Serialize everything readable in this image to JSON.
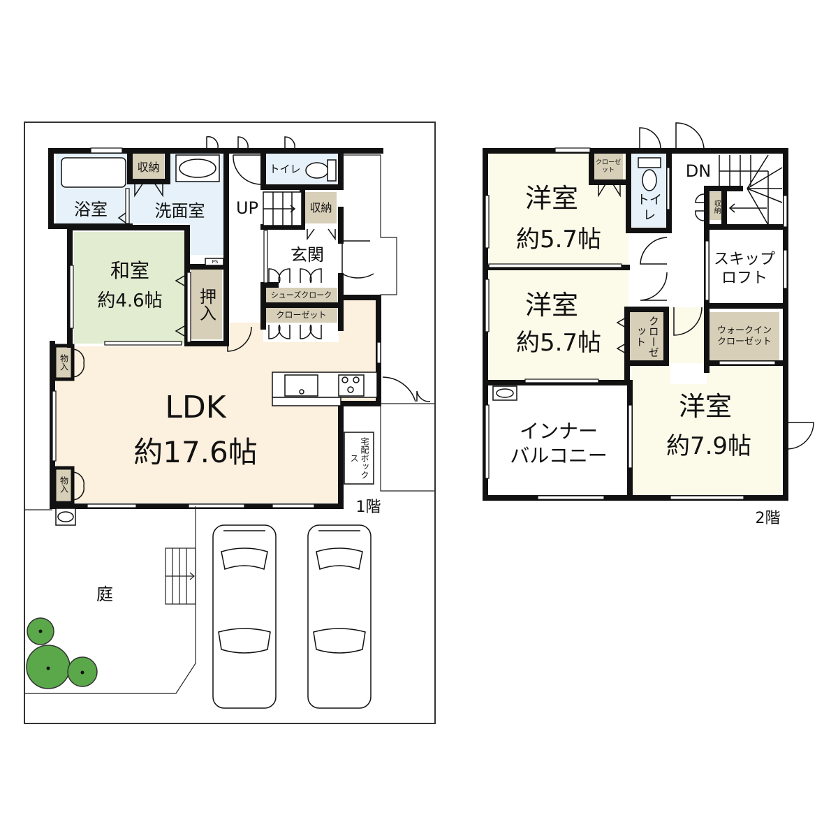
{
  "colors": {
    "wall": "#111111",
    "bath": "#e6f1fa",
    "washroom": "#e6f1fa",
    "toilet": "#e6f1fa",
    "storage": "#d8cfb8",
    "washitsu": "#e1ecd0",
    "ldk": "#fcf0de",
    "western_room": "#fcfbea",
    "tree": "#5aa84a",
    "white": "#ffffff"
  },
  "floor1": {
    "label": "1階",
    "rooms": {
      "bath": "浴室",
      "bath_storage": "収納",
      "washroom": "洗面室",
      "toilet": "トイレ",
      "stairs_up": "UP",
      "hall_storage": "収納",
      "entrance": "玄関",
      "shoes_cloak": "シューズクローク",
      "closet": "クローゼット",
      "washitsu_name": "和室",
      "washitsu_size": "約4.6帖",
      "oshiire": "押入",
      "ps": "PS",
      "ldk_name": "LDK",
      "ldk_size": "約17.6帖",
      "monoire_1": "物入",
      "monoire_2": "物入",
      "delivery_box": "宅配ボックス",
      "garden": "庭"
    }
  },
  "floor2": {
    "label": "2階",
    "rooms": {
      "room1_name": "洋室",
      "room1_size": "約5.7帖",
      "room1_closet": "クローゼット",
      "toilet": "トイレ",
      "stairs_down": "DN",
      "storage": "収納",
      "skip_loft": "スキップ\nロフト",
      "room2_name": "洋室",
      "room2_size": "約5.7帖",
      "room2_closet": "クローゼット",
      "walk_in_closet": "ウォークイン\nクローゼット",
      "inner_balcony": "インナー\nバルコニー",
      "room3_name": "洋室",
      "room3_size": "約7.9帖"
    }
  }
}
